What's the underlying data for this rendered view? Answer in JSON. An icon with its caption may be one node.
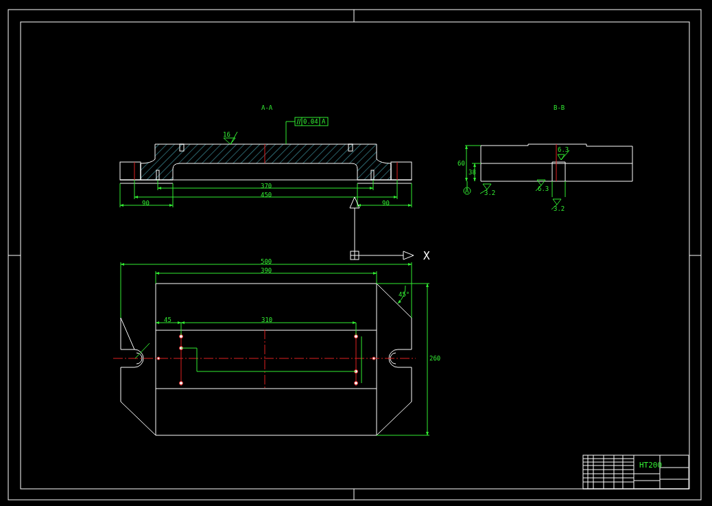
{
  "diagram": {
    "labels": [
      "A-A",
      "B-B",
      "0.04",
      "A",
      "16",
      "370",
      "450",
      "90",
      "90",
      "60",
      "38",
      "6.3",
      "6.3",
      "3.2",
      "3.2",
      "A",
      "X",
      "500",
      "390",
      "45",
      "310",
      "45°",
      "260",
      "HT200"
    ]
  }
}
